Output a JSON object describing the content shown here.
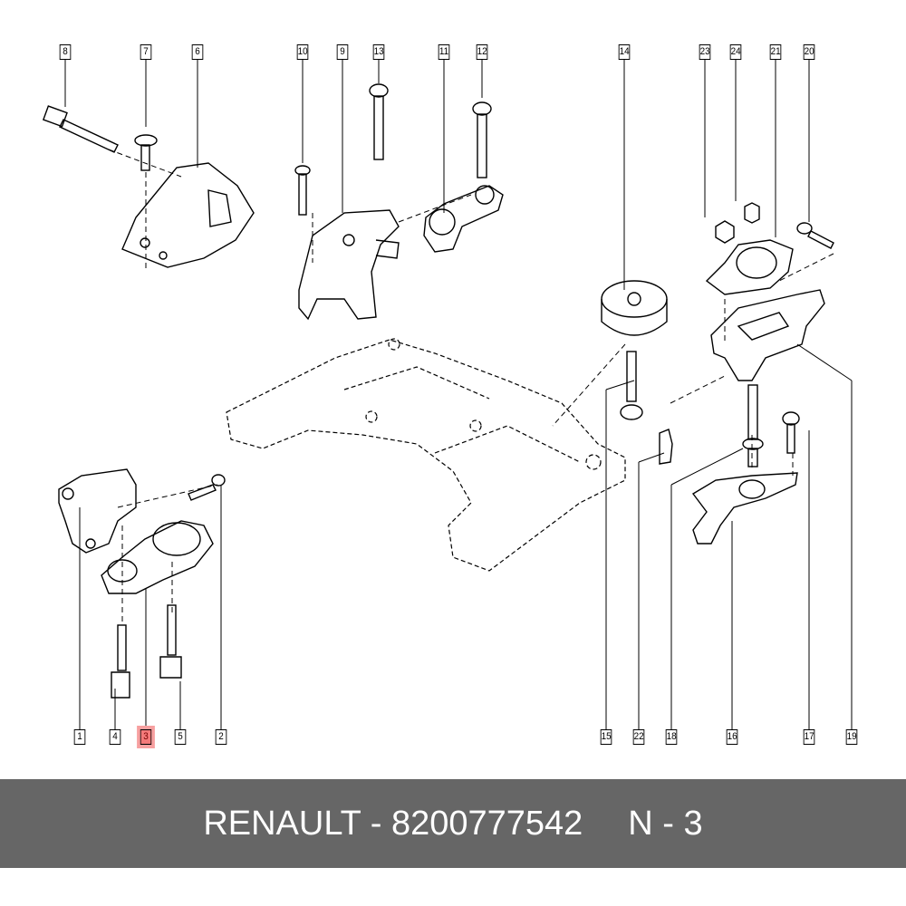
{
  "callouts": {
    "top": [
      "8",
      "7",
      "6",
      "10",
      "9",
      "13",
      "11",
      "12",
      "14",
      "23",
      "24",
      "21",
      "20"
    ],
    "bottom": [
      "1",
      "4",
      "3",
      "5",
      "2",
      "15",
      "22",
      "18",
      "16",
      "17",
      "19"
    ]
  },
  "highlighted_callout": "3",
  "highlight_color": "#f47a7a",
  "footer": {
    "brand_part": "RENAULT - 8200777542",
    "position": "N - 3"
  }
}
